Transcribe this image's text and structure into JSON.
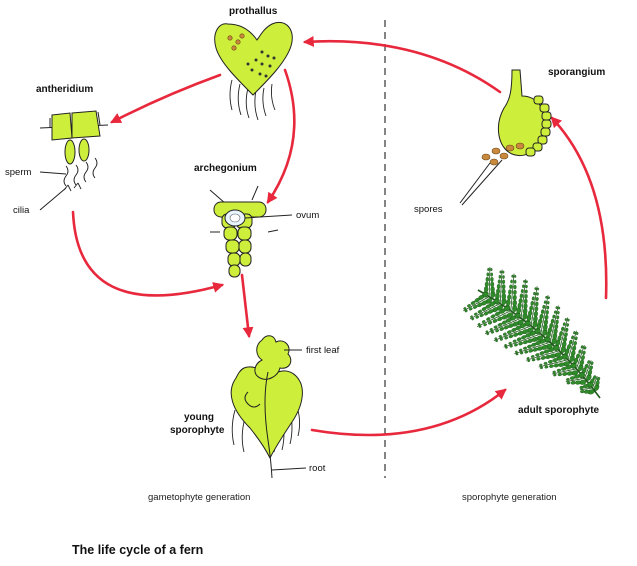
{
  "caption": "The life cycle of a fern",
  "labels": {
    "prothallus": "prothallus",
    "antheridium": "antheridium",
    "sperm": "sperm",
    "cilia": "cilia",
    "archegonium": "archegonium",
    "ovum": "ovum",
    "first_leaf": "first leaf",
    "young_sporophyte_1": "young",
    "young_sporophyte_2": "sporophyte",
    "root": "root",
    "sporangium": "sporangium",
    "spores": "spores",
    "adult_sporophyte": "adult sporophyte"
  },
  "generations": {
    "gametophyte": "gametophyte generation",
    "sporophyte": "sporophyte generation"
  },
  "colors": {
    "arrow": "#e8283c",
    "plant_green": "#cdee3a",
    "fern_green": "#2f8a2a",
    "spore_brown": "#c98a3d"
  }
}
